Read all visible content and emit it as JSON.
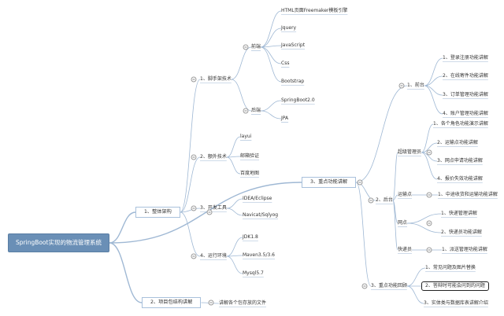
{
  "mindmap": {
    "root": {
      "label": "SpringBoot实现的物流管理系统"
    },
    "branches": [
      {
        "label": "1、整体架构",
        "children": [
          {
            "label": "1、脚手架技术",
            "children": [
              {
                "label": "前端",
                "children": [
                  "HTML页面Freemaker模板引擎",
                  "Jquery",
                  "JavaScript",
                  "Css",
                  "Bootstrap"
                ]
              },
              {
                "label": "后端",
                "children": [
                  "SpringBoot2.0",
                  "JPA"
                ]
              }
            ]
          },
          {
            "label": "2、额外技术",
            "children": [
              "layui",
              "邮箱验证",
              "百度地图"
            ]
          },
          {
            "label": "3、开发工具",
            "children": [
              "IDEA/Eclipse",
              "Navicat/Sqlyog"
            ]
          },
          {
            "label": "4、运行环境",
            "children": [
              "JDK1.8",
              "Maven3.5/3.6",
              "Mysql5.7"
            ]
          }
        ]
      },
      {
        "label": "3、重点功能讲解",
        "children": [
          {
            "label": "1、前台",
            "children": [
              "1、登录注册功能讲解",
              "2、在线寄件功能讲解",
              "3、订单管理功能讲解",
              "4、账户管理功能讲解"
            ]
          },
          {
            "label": "2、后台",
            "children": [
              {
                "label": "超级管理员",
                "children": [
                  "1、各个角色功能演示讲解",
                  "2、运输点功能讲解",
                  "3、网点申请功能讲解",
                  "4、报价失效功能讲解"
                ]
              },
              {
                "label": "运输点",
                "children": [
                  "1、中途收货和运输功能讲解"
                ]
              },
              {
                "label": "网点",
                "children": [
                  "1、快递管理讲解",
                  "2、快递员功能讲解"
                ]
              },
              {
                "label": "快递员",
                "children": [
                  "1、派送管理功能讲解"
                ]
              }
            ]
          },
          {
            "label": "3、重点功能回顾",
            "children": [
              "1、常见问题及图片替换",
              "2、答辩时可能会问到的问题",
              "3、实体类与数据库表讲解介绍"
            ]
          }
        ]
      },
      {
        "label": "2、项目包结构讲解",
        "children": [
          "讲解各个包存放的文件"
        ]
      }
    ],
    "colors": {
      "root_fill": "#6a8fb6",
      "branch_border": "#a9c1dc",
      "link": "#9fb8d4",
      "highlight_border": "#222222"
    }
  }
}
